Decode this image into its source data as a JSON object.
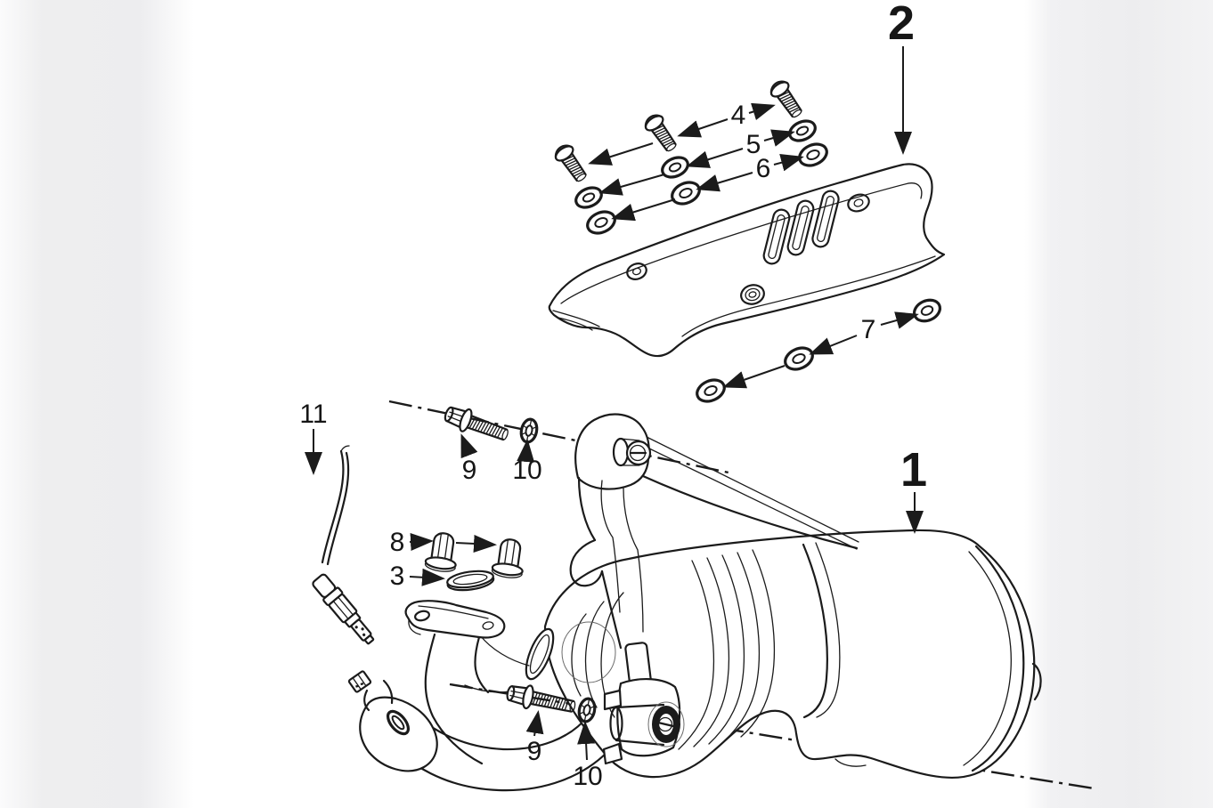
{
  "diagram": {
    "kind": "exploded-parts-diagram",
    "subject": "scooter exhaust muffler assembly with heat shield",
    "ink_color": "#1b1b1b",
    "background_color": "#ffffff",
    "vignette_color": "#ededef"
  },
  "callouts": {
    "c1": {
      "text": "1",
      "part": "muffler-assembly"
    },
    "c2": {
      "text": "2",
      "part": "heat-shield"
    },
    "c3": {
      "text": "3",
      "part": "exhaust-gasket"
    },
    "c4": {
      "text": "4",
      "part": "shield-screw"
    },
    "c5": {
      "text": "5",
      "part": "shield-washer-upper"
    },
    "c6": {
      "text": "6",
      "part": "shield-washer-lower"
    },
    "c7": {
      "text": "7",
      "part": "shield-grommet-washer"
    },
    "c8": {
      "text": "8",
      "part": "rubber-cap"
    },
    "c9a": {
      "text": "9",
      "part": "mounting-bolt-upper"
    },
    "c9b": {
      "text": "9",
      "part": "mounting-bolt-lower"
    },
    "c10a": {
      "text": "10",
      "part": "toothed-washer-upper"
    },
    "c10b": {
      "text": "10",
      "part": "toothed-washer-lower"
    },
    "c11": {
      "text": "11",
      "part": "oxygen-sensor-lead"
    }
  }
}
